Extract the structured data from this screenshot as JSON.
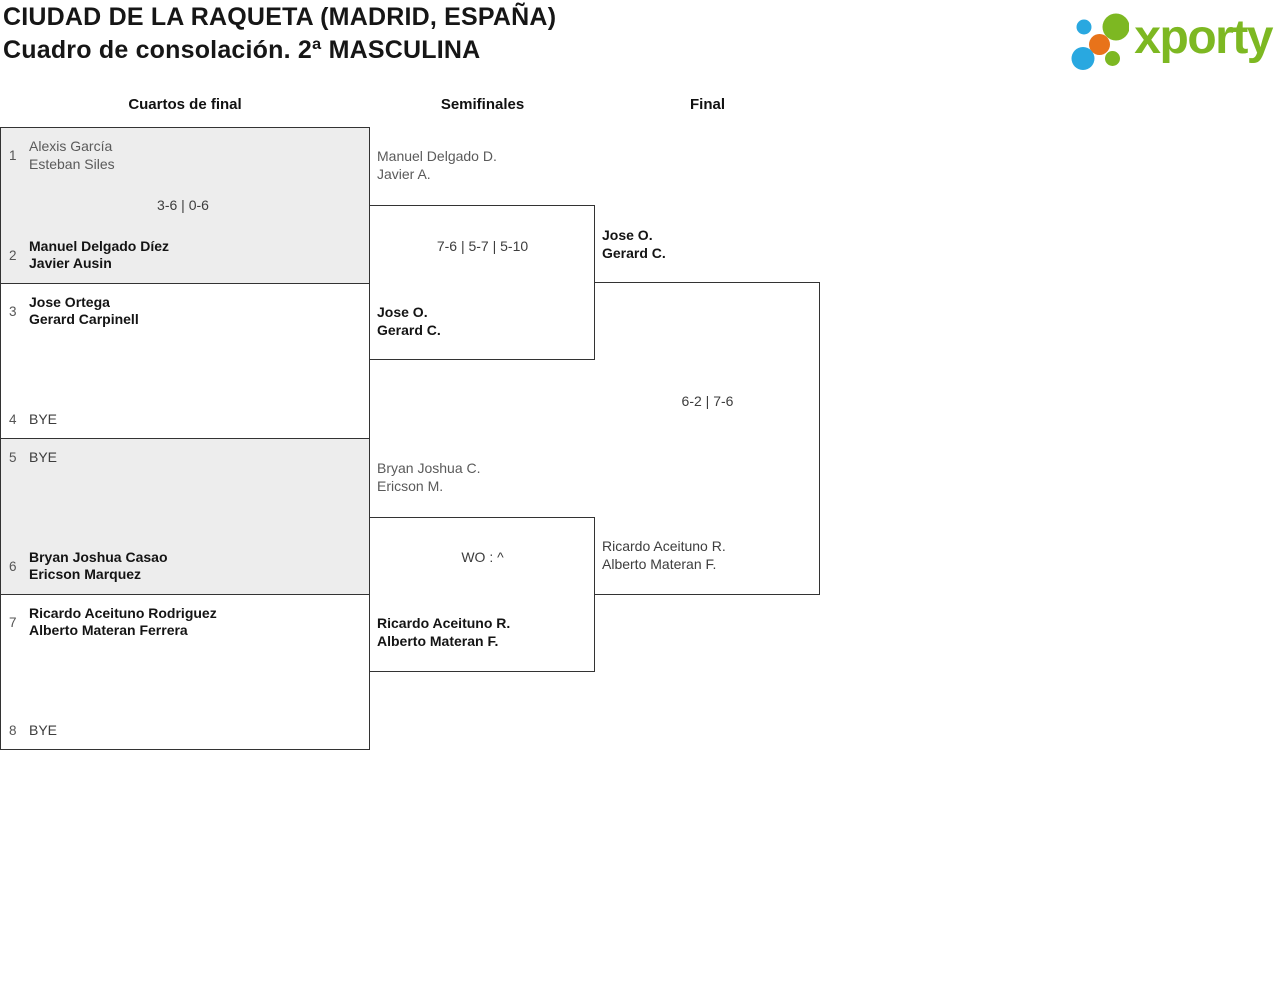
{
  "header": {
    "title_line1": "CIUDAD DE LA RAQUETA (MADRID, ESPAÑA)",
    "title_line2": "Cuadro de consolación. 2ª MASCULINA"
  },
  "logo": {
    "text": "xporty",
    "colors": {
      "green": "#7db822",
      "blue": "#29a8e0",
      "orange": "#e8731a"
    }
  },
  "round_headers": {
    "quarterfinals": "Cuartos de final",
    "semifinals": "Semifinales",
    "final": "Final"
  },
  "bracket": {
    "quarterfinals": [
      {
        "slot1": {
          "seed": "1",
          "line1": "Alexis García",
          "line2": "Esteban Siles"
        },
        "score": "3-6 | 0-6",
        "slot2": {
          "seed": "2",
          "line1": "Manuel Delgado Díez",
          "line2": "Javier Ausin"
        }
      },
      {
        "slot1": {
          "seed": "3",
          "line1": "Jose Ortega",
          "line2": "Gerard Carpinell"
        },
        "score": "",
        "slot2": {
          "seed": "4",
          "line1": "BYE",
          "line2": ""
        }
      },
      {
        "slot1": {
          "seed": "5",
          "line1": "BYE",
          "line2": ""
        },
        "score": "",
        "slot2": {
          "seed": "6",
          "line1": "Bryan Joshua Casao",
          "line2": "Ericson Marquez"
        }
      },
      {
        "slot1": {
          "seed": "7",
          "line1": "Ricardo Aceituno Rodriguez",
          "line2": "Alberto Materan Ferrera"
        },
        "score": "",
        "slot2": {
          "seed": "8",
          "line1": "BYE",
          "line2": ""
        }
      }
    ],
    "semifinals": [
      {
        "slot1": {
          "line1": "Manuel Delgado D.",
          "line2": "Javier A."
        },
        "score": "7-6 | 5-7 | 5-10",
        "slot2": {
          "line1": "Jose O.",
          "line2": "Gerard C."
        }
      },
      {
        "slot1": {
          "line1": "Bryan Joshua C.",
          "line2": "Ericson M."
        },
        "score": "WO : ^",
        "slot2": {
          "line1": "Ricardo Aceituno R.",
          "line2": "Alberto Materan F."
        }
      }
    ],
    "final": {
      "slot1": {
        "line1": "Jose O.",
        "line2": "Gerard C."
      },
      "score": "6-2 | 7-6",
      "slot2": {
        "line1": "Ricardo Aceituno R.",
        "line2": "Alberto Materan F."
      }
    }
  },
  "ui_colors": {
    "box_border": "#333333",
    "row_shade": "#ededed"
  }
}
